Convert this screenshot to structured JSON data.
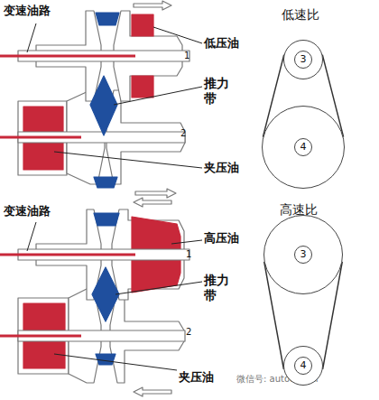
{
  "diagram": {
    "nodes": [
      {
        "text": [
          "3"
        ]
      },
      {
        "text": [
          "4"
        ]
      },
      {
        "text": [
          "3"
        ]
      },
      {
        "text": [
          "4"
        ]
      }
    ],
    "edges": [
      {
        "from": 0,
        "to": 1,
        "arrow": "none"
      },
      {
        "from": 2,
        "to": 3,
        "arrow": "none"
      }
    ],
    "labels": [
      "变速油路",
      "低压油",
      "推力带",
      "1",
      "2",
      "夹压油",
      "低速比",
      "变速油路",
      "高压油",
      "推力带",
      "1",
      "2",
      "夹压油",
      "高速比",
      "微信号: autochelizi"
    ]
  }
}
